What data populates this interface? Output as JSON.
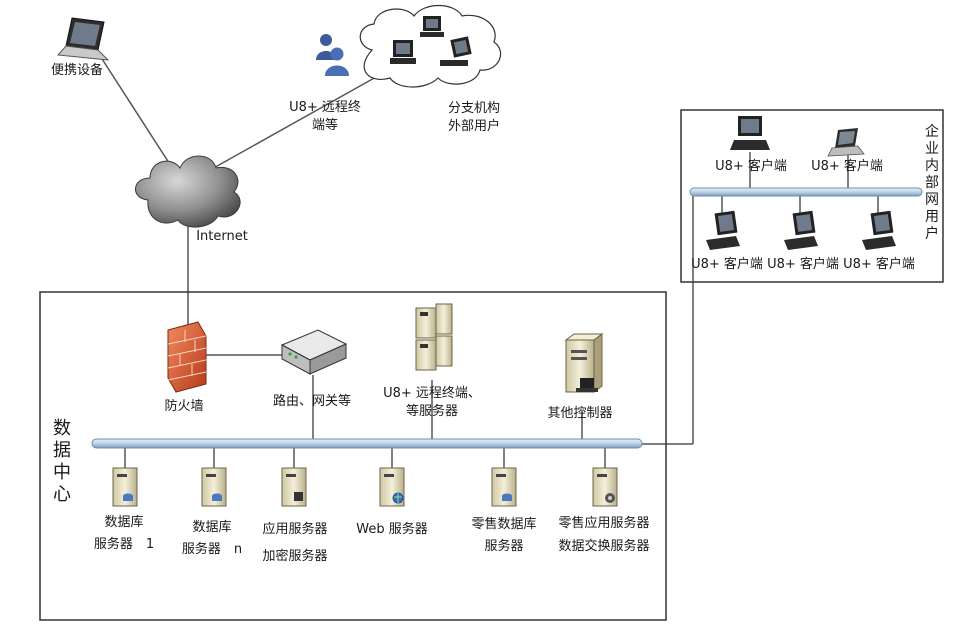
{
  "external": {
    "mobile_device": "便携设备",
    "internet": "Internet",
    "remote_terminals_line1": "U8+ 远程终",
    "remote_terminals_line2": "端等",
    "branch_line1": "分支机构",
    "branch_line2": "外部用户"
  },
  "intranet": {
    "label": "企业内部网用户",
    "client_1": "U8+ 客户端",
    "client_2": "U8+ 客户端",
    "client_3": "U8+ 客户端",
    "client_4": "U8+ 客户端",
    "client_5": "U8+ 客户端"
  },
  "datacenter": {
    "label": "数据中心",
    "firewall": "防火墙",
    "router": "路由、网关等",
    "remote_server_line1": "U8+ 远程终端、",
    "remote_server_line2": "等服务器",
    "other_controller": "其他控制器",
    "db_server_1_line1": "数据库",
    "db_server_1_line2": "服务器　1",
    "db_server_n_line1": "数据库",
    "db_server_n_line2": "服务器　n",
    "app_server_line1": "应用服务器",
    "app_server_line2": "加密服务器",
    "web_server": "Web 服务器",
    "retail_db_line1": "零售数据库",
    "retail_db_line2": "服务器",
    "retail_app_line1": "零售应用服务器",
    "retail_app_line2": "数据交换服务器"
  },
  "colors": {
    "bus": "#c9dff0",
    "bus_stroke": "#6f8ea8",
    "line": "#555555",
    "box": "#333333",
    "firewall": "#d9532c",
    "server": "#e8e2c4",
    "cloud": "#9a9a9a"
  }
}
